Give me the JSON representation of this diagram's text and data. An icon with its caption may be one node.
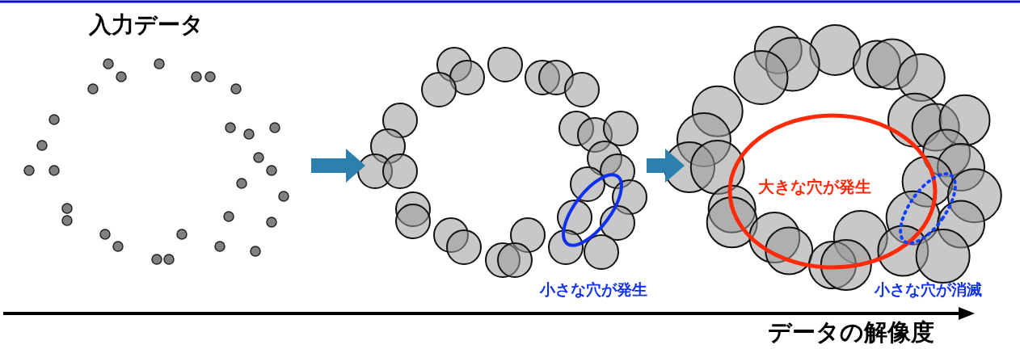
{
  "diagram": {
    "nodes": [
      {
        "text": [
          "入力データ"
        ]
      },
      {
        "text": [],
        "shape": "picture"
      },
      {
        "text": [],
        "shape": "picture"
      },
      {
        "text": [],
        "shape": "ellipse",
        "in": 1
      },
      {
        "text": [
          "大きな穴が発生"
        ],
        "in": 2
      },
      {
        "text": [],
        "shape": "ellipse",
        "in": 2
      }
    ],
    "edges": [
      {
        "from": 0,
        "to": 1,
        "arrow": "to"
      },
      {
        "from": 1,
        "to": 2,
        "arrow": "to"
      }
    ],
    "labels": [
      "小さな穴が発生",
      "小さな穴が消滅",
      "データの解像度"
    ]
  }
}
